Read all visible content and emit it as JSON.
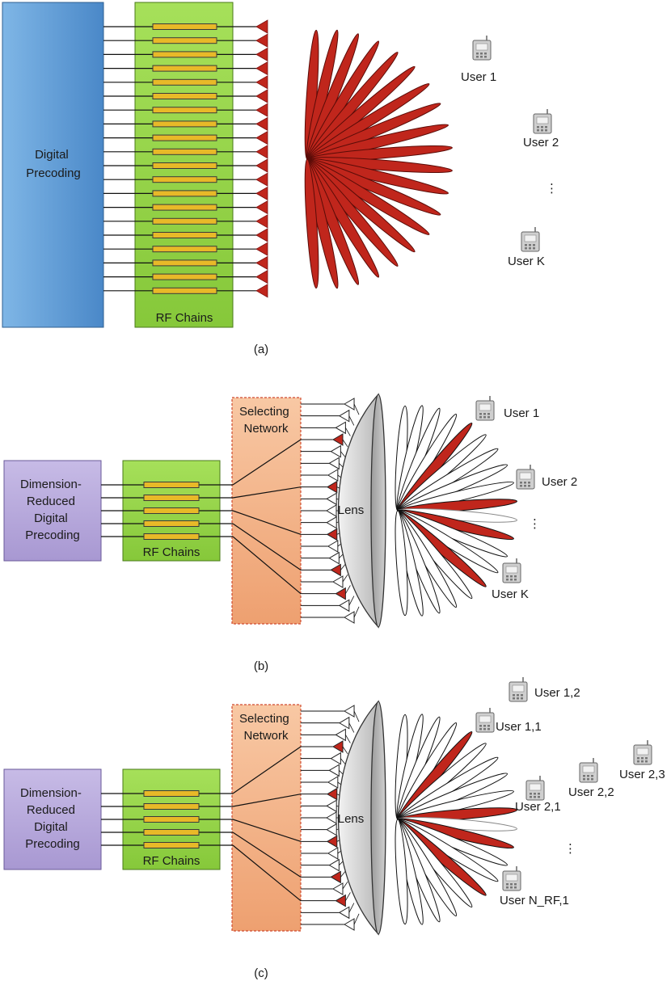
{
  "panel_a": {
    "caption": "(a)",
    "block": "Digital Precoding",
    "block_lines": [
      "Digital",
      "Precoding"
    ],
    "rf": "RF Chains",
    "users": [
      "User 1",
      "User 2",
      "⋮",
      "User K"
    ],
    "colors": {
      "block": "#5b9bd5",
      "rf": "#92d050",
      "beam": "#c0261c"
    }
  },
  "panel_b": {
    "caption": "(b)",
    "block": "Dimension-Reduced Digital Precoding",
    "block_lines": [
      "Dimension-",
      "Reduced",
      "Digital",
      "Precoding"
    ],
    "rf": "RF Chains",
    "selector_lines": [
      "Selecting",
      "Network"
    ],
    "lens": "Lens",
    "users": [
      "User 1",
      "User 2",
      "⋮",
      "User K"
    ],
    "colors": {
      "block": "#b4a7d6",
      "rf": "#92d050",
      "selector": "#f4b183",
      "beam": "#c0261c"
    }
  },
  "panel_c": {
    "caption": "(c)",
    "block": "Dimension-Reduced Digital Precoding",
    "block_lines": [
      "Dimension-",
      "Reduced",
      "Digital",
      "Precoding"
    ],
    "rf": "RF Chains",
    "selector_lines": [
      "Selecting",
      "Network"
    ],
    "lens": "Lens",
    "users": [
      "User 1,2",
      "User 1,1",
      "User 2,2",
      "User 2,3",
      "User 2,1",
      "⋮",
      "User N_RF,1"
    ],
    "colors": {
      "block": "#b4a7d6",
      "rf": "#92d050",
      "selector": "#f4b183",
      "beam": "#c0261c"
    }
  }
}
